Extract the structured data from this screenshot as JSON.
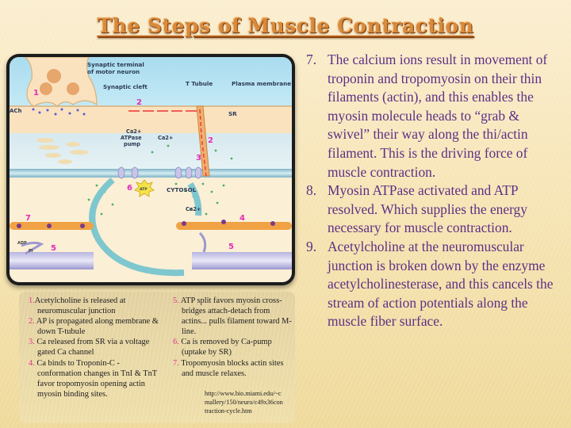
{
  "slide": {
    "title": "The Steps of Muscle Contraction",
    "colors": {
      "title": "#d98a3a",
      "body_text": "#5e2f86",
      "step_number_accent": "#e0348e",
      "background": "#f7e6b8"
    }
  },
  "main_list": [
    {
      "number": "7.",
      "text": "The calcium ions result in movement of troponin and tropomyosin on their thin filaments (actin), and this enables the myosin molecule heads to “grab & swivel” their way along the thi/actin filament. This is the driving force of muscle contraction."
    },
    {
      "number": "8.",
      "text": "Myosin ATPase activated and ATP resolved. Which supplies the energy necessary for muscle contraction."
    },
    {
      "number": "9.",
      "text": "Acetylcholine at the neuromuscular junction is broken down by the enzyme acetylcholinesterase, and this cancels the stream of action potentials along the muscle fiber surface."
    }
  ],
  "figure_labels": {
    "synaptic_terminal": "Synaptic terminal",
    "synaptic_terminal_2": "of motor neuron",
    "synaptic_cleft": "Synaptic cleft",
    "t_tubule": "T Tubule",
    "plasma_membrane": "Plasma membrane",
    "ach": "ACh",
    "sr": "SR",
    "ca_pump_1": "Ca2+",
    "ca_pump_2": "ATPase",
    "ca_pump_3": "pump",
    "ca_ion": "Ca2+",
    "ca_ion_2": "Ca2+",
    "cytosol": "CYTOSOL",
    "atp": "ATP",
    "adp": "ADP",
    "pi": "Pi",
    "markers": [
      "1",
      "2",
      "2",
      "3",
      "4",
      "5",
      "5",
      "6",
      "7"
    ]
  },
  "caption_left": [
    {
      "number": "1.",
      "text": "Acetylcholine is released at neuromuscular junction"
    },
    {
      "number": "2.",
      "text": "AP is propagated along membrane & down T-tubule"
    },
    {
      "number": "3.",
      "text": "Ca released from SR via a voltage gated Ca channel"
    },
    {
      "number": "4.",
      "text": "Ca binds to Troponin-C - conformation changes in TnI & TnT favor tropomyosin opening actin myosin binding sites."
    }
  ],
  "caption_right": [
    {
      "number": "5.",
      "text": "ATP split favors myosin cross-bridges attach-detach from actins... pulls filament toward M-line."
    },
    {
      "number": "6.",
      "text": "Ca is removed by Ca-pump (uptake by SR)"
    },
    {
      "number": "7.",
      "text": "Tropomyosin blocks actin sites and muscle relaxes."
    }
  ],
  "source_url": "http://www.bio.miami.edu/~cmallery/150/neuro/c49x36contraction-cycle.htm"
}
